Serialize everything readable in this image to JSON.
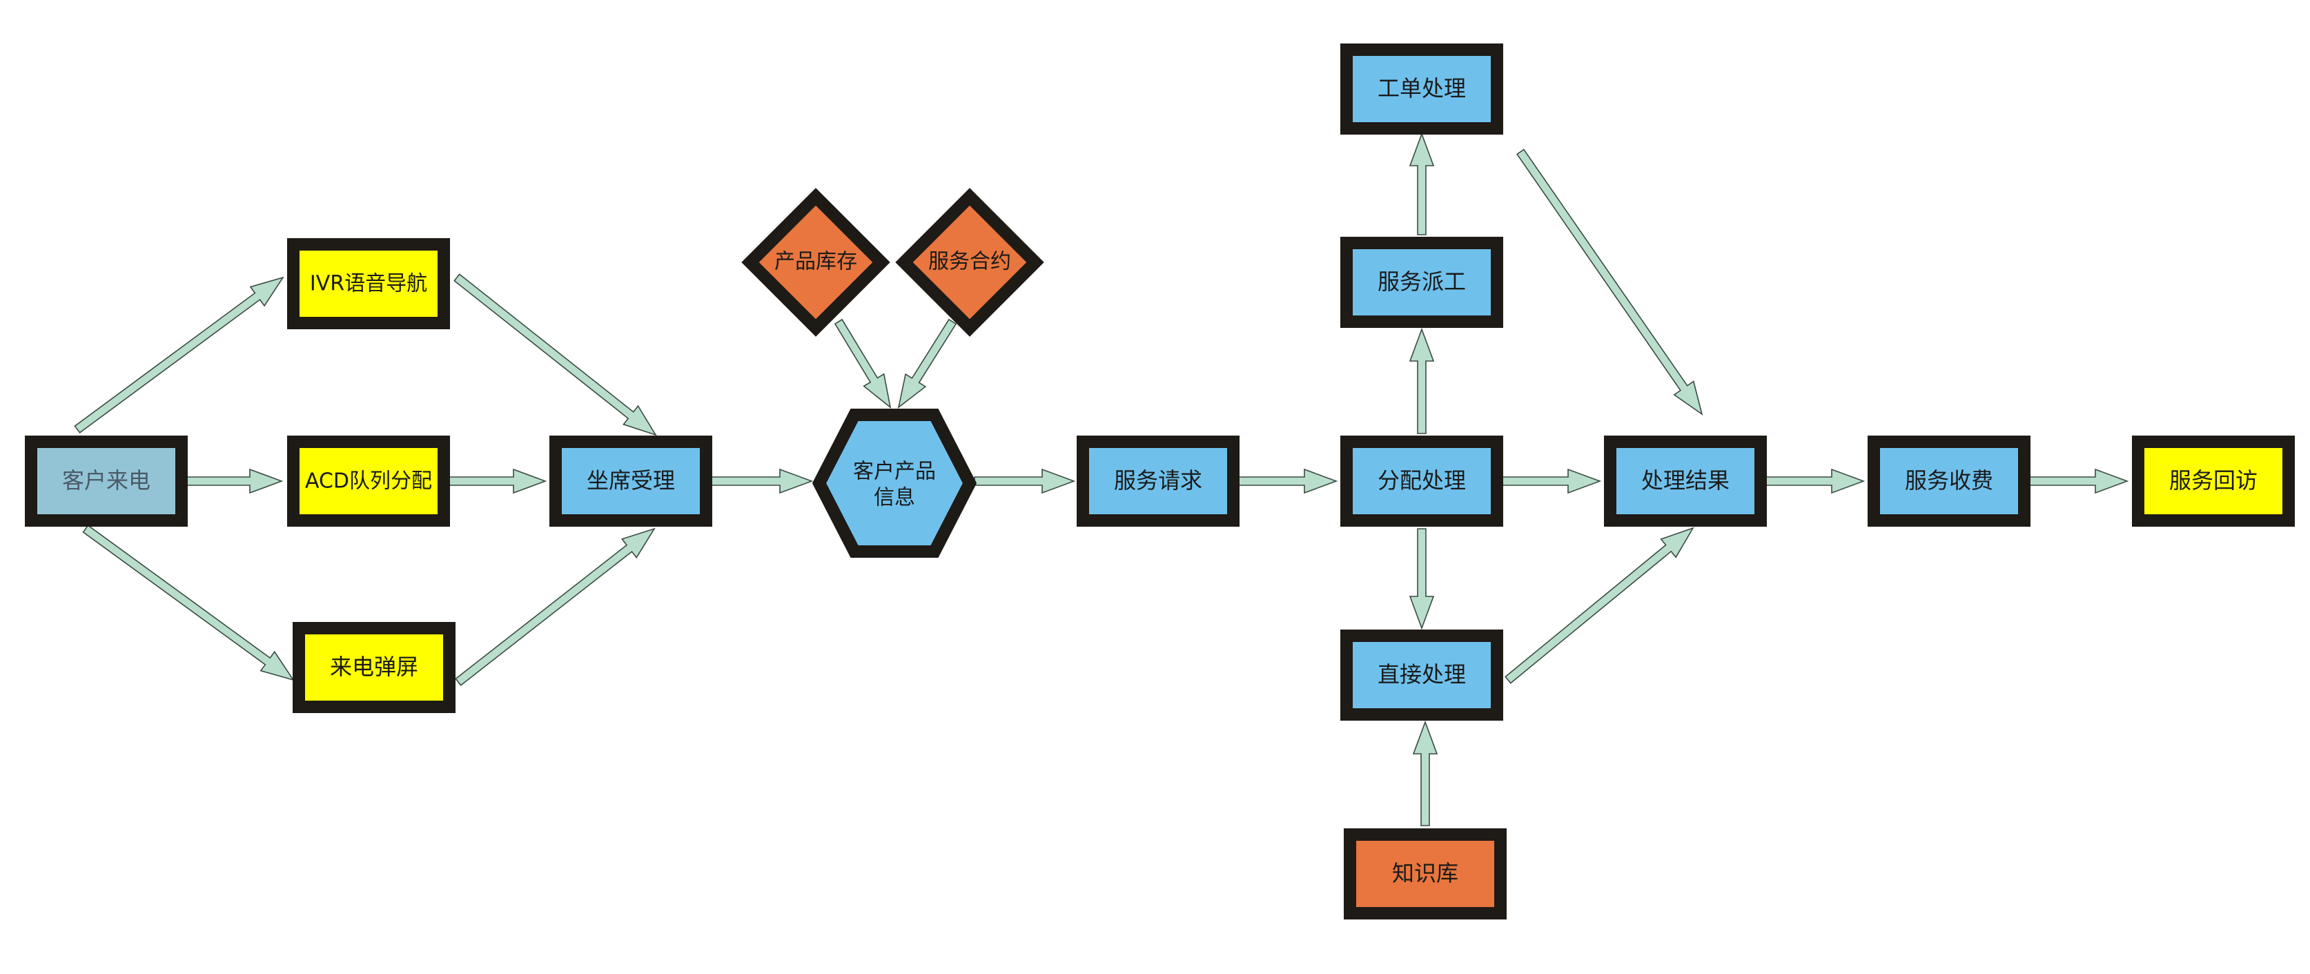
{
  "colors": {
    "blue": "#6fc1ec",
    "yellow": "#ffff00",
    "orange": "#e8763e",
    "greyblue": "#93c4d6",
    "border": "#1e1a16",
    "arrow_fill": "#b9dfcc"
  },
  "nodes": {
    "customer_call": {
      "label": "客户来电",
      "shape": "rect",
      "color": "greyblue"
    },
    "ivr": {
      "label": "IVR语音导航",
      "shape": "rect",
      "color": "yellow"
    },
    "acd": {
      "label": "ACD队列分配",
      "shape": "rect",
      "color": "yellow"
    },
    "screen_pop": {
      "label": "来电弹屏",
      "shape": "rect",
      "color": "yellow"
    },
    "agent": {
      "label": "坐席受理",
      "shape": "rect",
      "color": "blue"
    },
    "inventory": {
      "label": "产品库存",
      "shape": "diamond",
      "color": "orange"
    },
    "contract": {
      "label": "服务合约",
      "shape": "diamond",
      "color": "orange"
    },
    "customer_info": {
      "label_line1": "客户产品",
      "label_line2": "信息",
      "shape": "hexagon",
      "color": "blue"
    },
    "service_request": {
      "label": "服务请求",
      "shape": "rect",
      "color": "blue"
    },
    "dispatch": {
      "label": "分配处理",
      "shape": "rect",
      "color": "blue"
    },
    "service_dispatch": {
      "label": "服务派工",
      "shape": "rect",
      "color": "blue"
    },
    "work_order": {
      "label": "工单处理",
      "shape": "rect",
      "color": "blue"
    },
    "direct": {
      "label": "直接处理",
      "shape": "rect",
      "color": "blue"
    },
    "knowledge": {
      "label": "知识库",
      "shape": "rect",
      "color": "orange"
    },
    "result": {
      "label": "处理结果",
      "shape": "rect",
      "color": "blue"
    },
    "billing": {
      "label": "服务收费",
      "shape": "rect",
      "color": "blue"
    },
    "followup": {
      "label": "服务回访",
      "shape": "rect",
      "color": "yellow"
    }
  },
  "edges": [
    {
      "from": "customer_call",
      "to": "ivr"
    },
    {
      "from": "customer_call",
      "to": "acd"
    },
    {
      "from": "customer_call",
      "to": "screen_pop"
    },
    {
      "from": "ivr",
      "to": "agent"
    },
    {
      "from": "acd",
      "to": "agent"
    },
    {
      "from": "screen_pop",
      "to": "agent"
    },
    {
      "from": "agent",
      "to": "customer_info"
    },
    {
      "from": "inventory",
      "to": "customer_info"
    },
    {
      "from": "contract",
      "to": "customer_info"
    },
    {
      "from": "customer_info",
      "to": "service_request"
    },
    {
      "from": "service_request",
      "to": "dispatch"
    },
    {
      "from": "dispatch",
      "to": "service_dispatch"
    },
    {
      "from": "service_dispatch",
      "to": "work_order"
    },
    {
      "from": "dispatch",
      "to": "direct"
    },
    {
      "from": "knowledge",
      "to": "direct"
    },
    {
      "from": "work_order",
      "to": "result"
    },
    {
      "from": "dispatch",
      "to": "result"
    },
    {
      "from": "direct",
      "to": "result"
    },
    {
      "from": "result",
      "to": "billing"
    },
    {
      "from": "billing",
      "to": "followup"
    }
  ]
}
